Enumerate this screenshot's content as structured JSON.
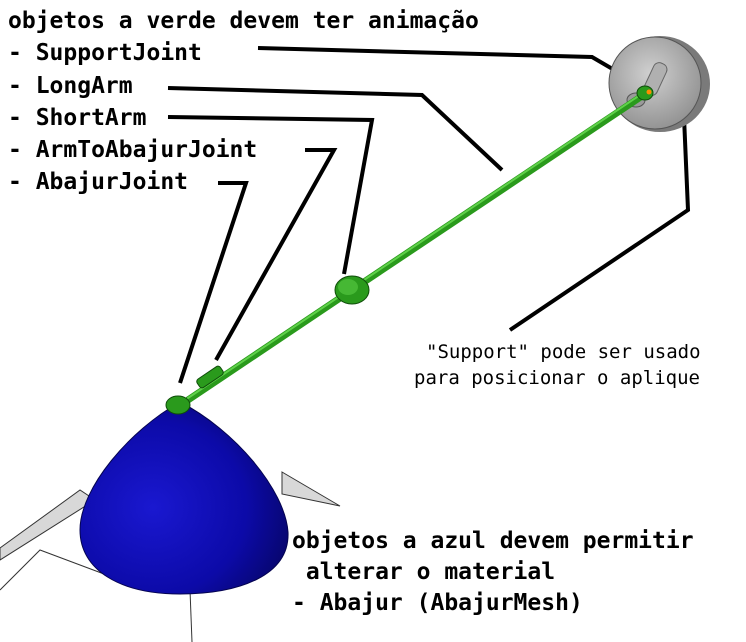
{
  "green_note": {
    "title": "objetos a verde devem ter animação",
    "items": [
      "- SupportJoint",
      "- LongArm",
      "- ShortArm",
      "- ArmToAbajurJoint",
      "- AbajurJoint"
    ]
  },
  "support_note": {
    "lines": [
      "\"Support\" pode ser usado",
      "para posicionar o aplique"
    ]
  },
  "blue_note": {
    "lines": [
      "objetos a azul devem permitir",
      " alterar o material",
      "- Abajur (AbajurMesh)"
    ]
  },
  "colors": {
    "animated_green": "#2a9a1c",
    "material_blue": "#0c0aa8",
    "support_gray": "#a9a9a9",
    "leader_line": "#000000"
  }
}
